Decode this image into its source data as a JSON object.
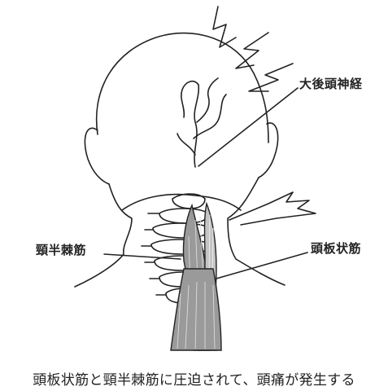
{
  "labels": {
    "greater_occipital_nerve": "大後頭神経",
    "semispinalis_capitis": "頸半棘筋",
    "splenius_capitis": "頭板状筋"
  },
  "caption": "頭板状筋と頸半棘筋に圧迫されて、頭痛が発生する",
  "colors": {
    "line": "#222222",
    "muscle_fill": "#9a9a9a",
    "muscle_fill_light": "#c4c4c4",
    "background": "#ffffff"
  }
}
